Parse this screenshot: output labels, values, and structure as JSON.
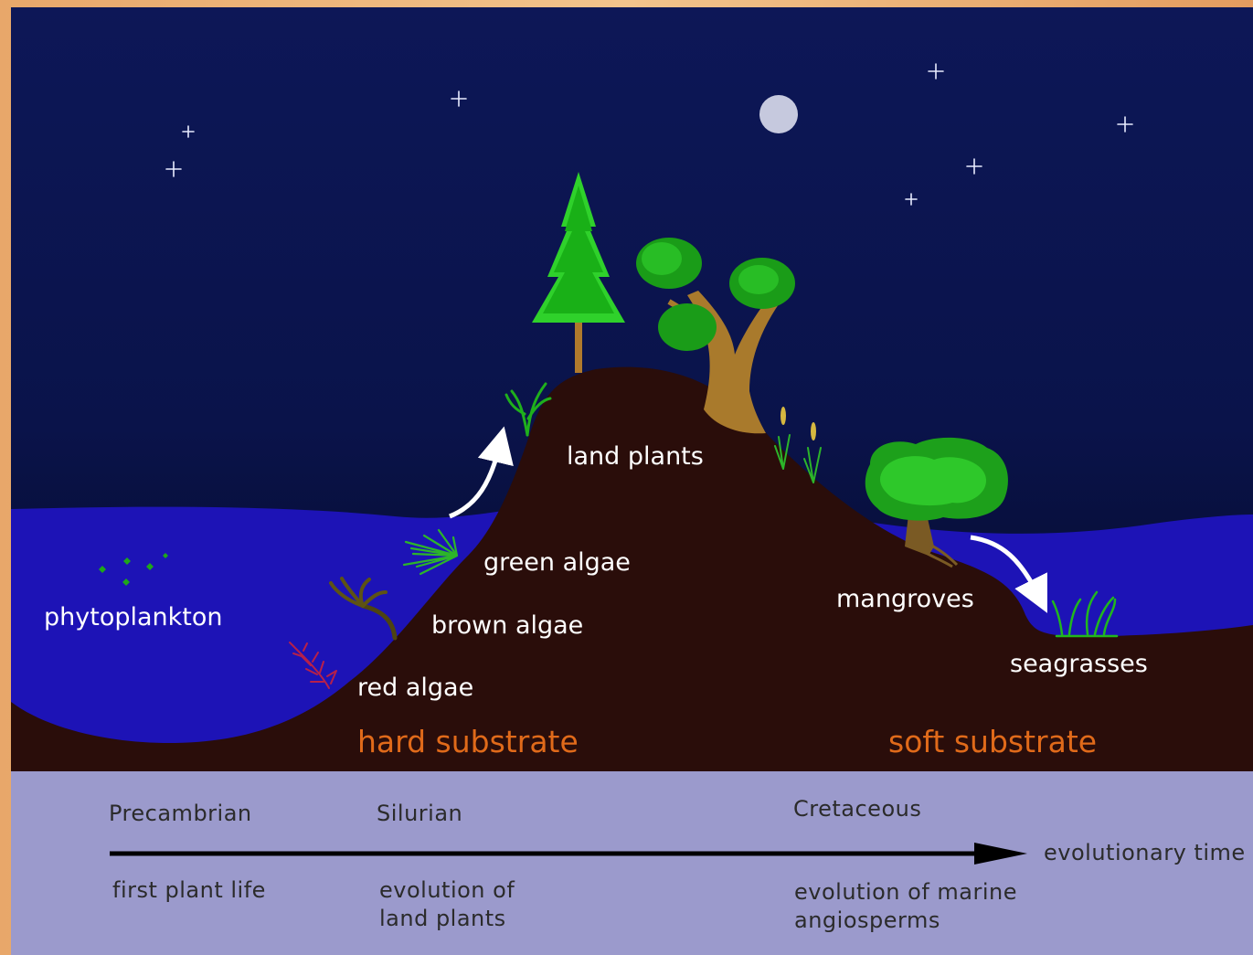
{
  "scene": {
    "labels": {
      "phytoplankton": "phytoplankton",
      "red_algae": "red algae",
      "brown_algae": "brown algae",
      "green_algae": "green algae",
      "land_plants": "land plants",
      "mangroves": "mangroves",
      "seagrasses": "seagrasses"
    },
    "substrates": {
      "hard": "hard substrate",
      "soft": "soft substrate"
    }
  },
  "timeline": {
    "axis_label": "evolutionary time",
    "periods": [
      {
        "name": "Precambrian",
        "event": "first plant life"
      },
      {
        "name": "Silurian",
        "event": "evolution of land plants"
      },
      {
        "name": "Cretaceous",
        "event": "evolution of marine angiosperms"
      }
    ]
  },
  "colors": {
    "night_sky_top": "#0c1655",
    "night_sky_bottom": "#030829",
    "water": "#1c13b8",
    "land": "#2a0d0a",
    "timeline_panel": "#9b9acc",
    "substrate_label": "#e06a1a",
    "plant_green": "#22c21e"
  }
}
